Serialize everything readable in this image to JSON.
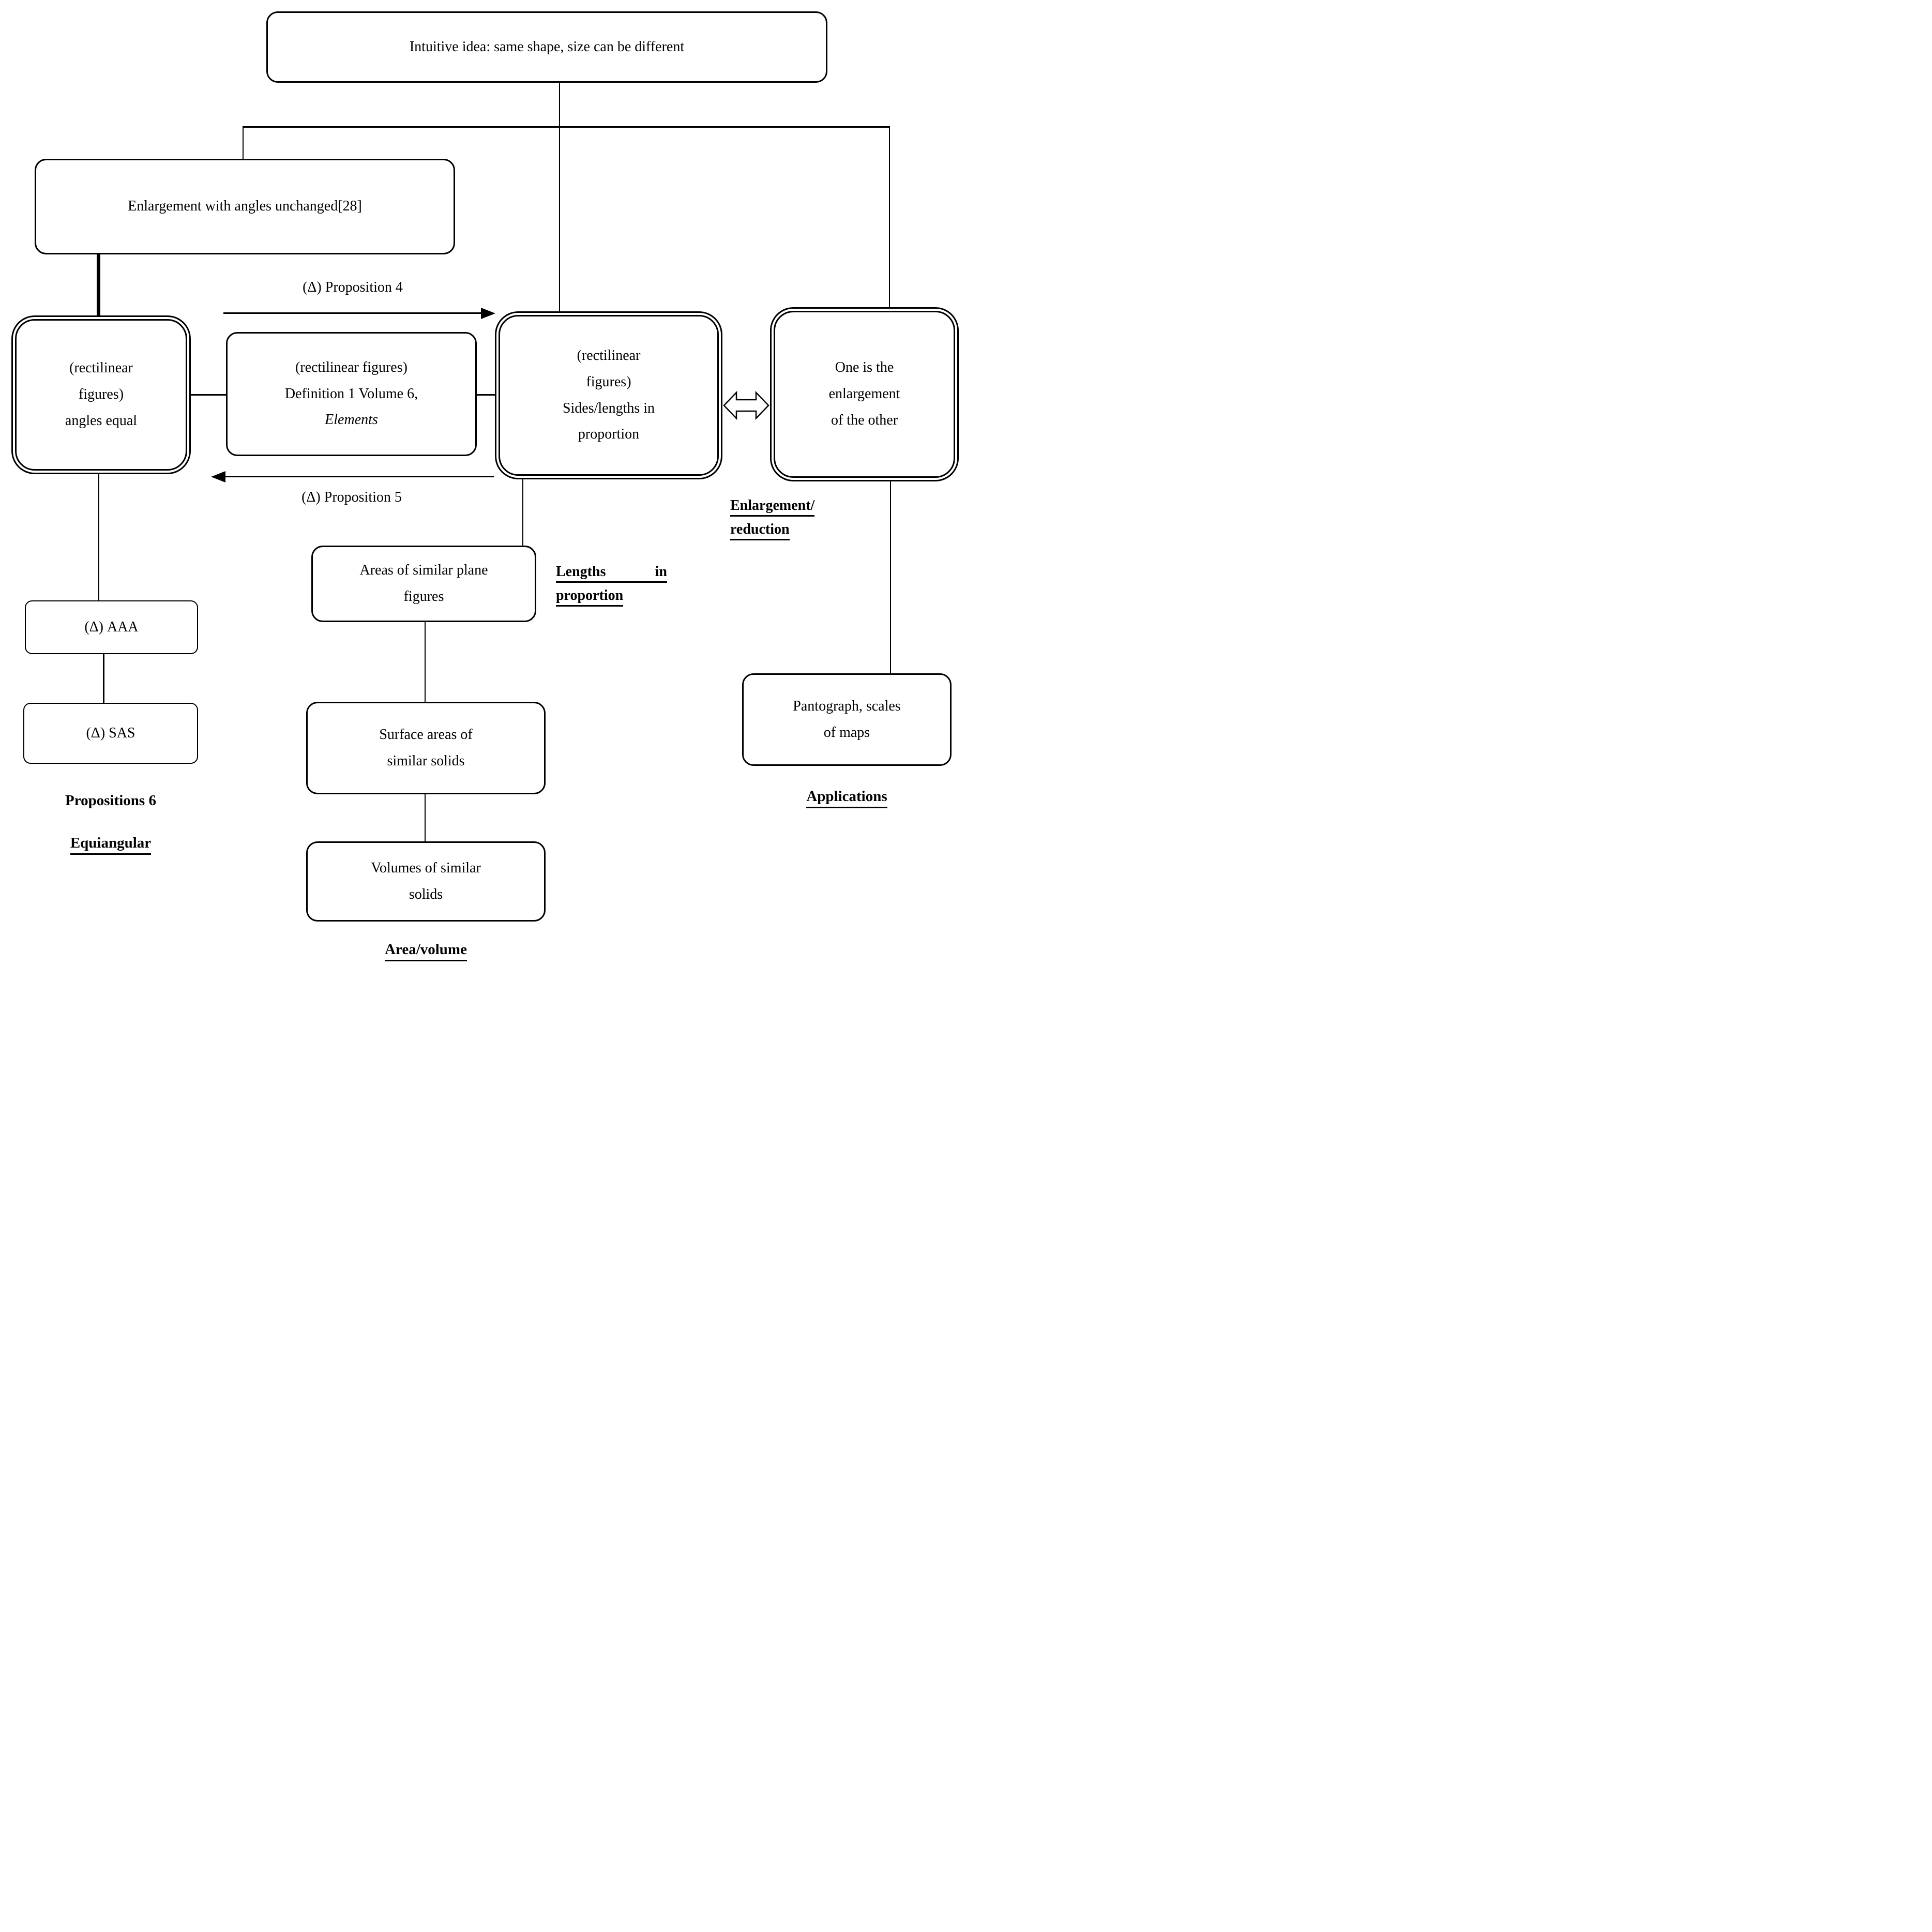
{
  "colors": {
    "line": "#000000",
    "background": "#ffffff"
  },
  "diagram": {
    "top_box": "Intuitive idea: same shape, size can be different",
    "enlargement_box": "Enlargement with angles unchanged[28]",
    "angles_equal_box": [
      "(rectilinear",
      "figures)",
      "angles equal"
    ],
    "definition_box": {
      "line1": "(rectilinear figures)",
      "line2": "Definition 1 Volume 6,",
      "line3_italic": "Elements"
    },
    "sides_box": [
      "(rectilinear",
      "figures)",
      "Sides/lengths in",
      "proportion"
    ],
    "one_enlargement_box": [
      "One is the",
      "enlargement",
      "of the other"
    ],
    "proposition4_label": "(Δ) Proposition 4",
    "proposition5_label": "(Δ) Proposition 5",
    "aaa_box": "(Δ) AAA",
    "sas_box": "(Δ) SAS",
    "propositions6_label": "Propositions 6",
    "equiangular_label": "Equiangular",
    "areas_box": [
      "Areas of similar plane",
      "figures"
    ],
    "surface_box": [
      "Surface areas of",
      "similar solids"
    ],
    "volumes_box": [
      "Volumes of similar",
      "solids"
    ],
    "area_volume_label": "Area/volume",
    "lengths_label": {
      "word1": "Lengths",
      "word2": "in",
      "line2": "proportion"
    },
    "enlargement_reduction_label": {
      "line1": "Enlargement/",
      "line2": "reduction"
    },
    "pantograph_box": [
      "Pantograph, scales",
      "of maps"
    ],
    "applications_label": "Applications"
  }
}
